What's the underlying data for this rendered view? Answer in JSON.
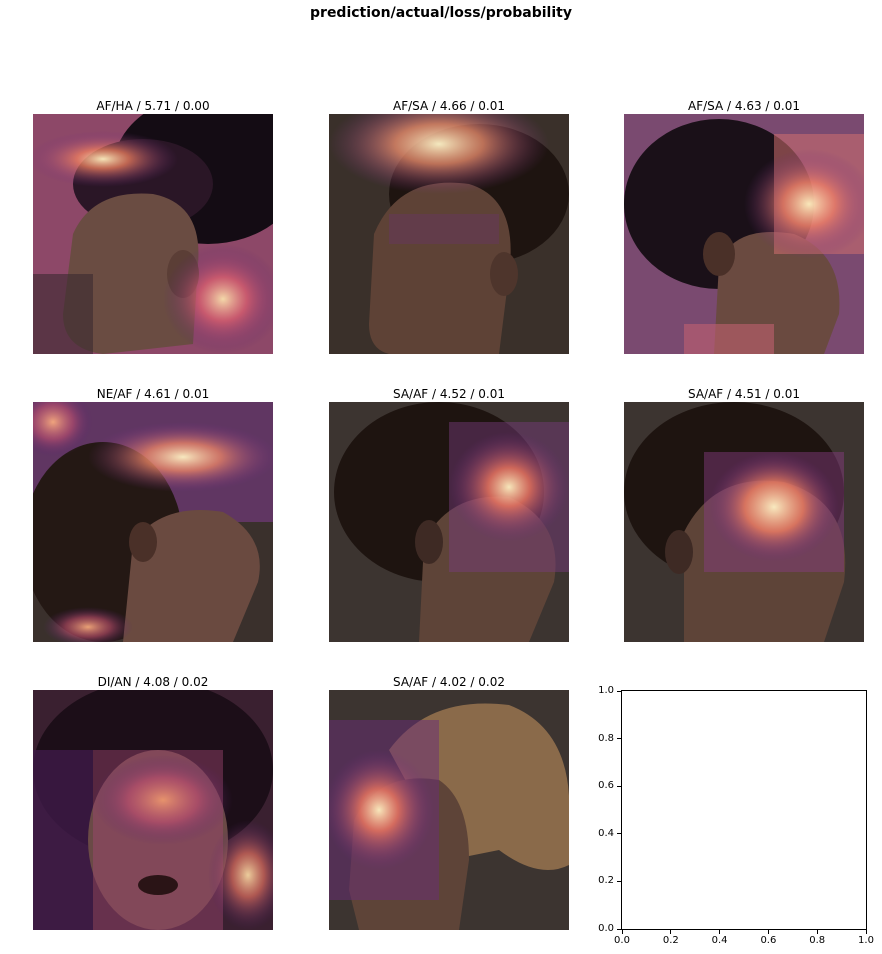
{
  "chart_data": {
    "type": "image_grid",
    "title": "prediction/actual/loss/probability",
    "panels": [
      {
        "label": "AF/HA / 5.71 / 0.00",
        "prediction": "AF",
        "actual": "HA",
        "loss": 5.71,
        "probability": 0.0
      },
      {
        "label": "AF/SA / 4.66 / 0.01",
        "prediction": "AF",
        "actual": "SA",
        "loss": 4.66,
        "probability": 0.01
      },
      {
        "label": "AF/SA / 4.63 / 0.01",
        "prediction": "AF",
        "actual": "SA",
        "loss": 4.63,
        "probability": 0.01
      },
      {
        "label": "NE/AF / 4.61 / 0.01",
        "prediction": "NE",
        "actual": "AF",
        "loss": 4.61,
        "probability": 0.01
      },
      {
        "label": "SA/AF / 4.52 / 0.01",
        "prediction": "SA",
        "actual": "AF",
        "loss": 4.52,
        "probability": 0.01
      },
      {
        "label": "SA/AF / 4.51 / 0.01",
        "prediction": "SA",
        "actual": "AF",
        "loss": 4.51,
        "probability": 0.01
      },
      {
        "label": "DI/AN / 4.08 / 0.02",
        "prediction": "DI",
        "actual": "AN",
        "loss": 4.08,
        "probability": 0.02
      },
      {
        "label": "SA/AF / 4.02 / 0.02",
        "prediction": "SA",
        "actual": "AF",
        "loss": 4.02,
        "probability": 0.02
      }
    ],
    "empty_axes": {
      "xlim": [
        0.0,
        1.0
      ],
      "ylim": [
        0.0,
        1.0
      ],
      "xticks": [
        "0.0",
        "0.2",
        "0.4",
        "0.6",
        "0.8",
        "1.0"
      ],
      "yticks": [
        "0.0",
        "0.2",
        "0.4",
        "0.6",
        "0.8",
        "1.0"
      ]
    }
  }
}
